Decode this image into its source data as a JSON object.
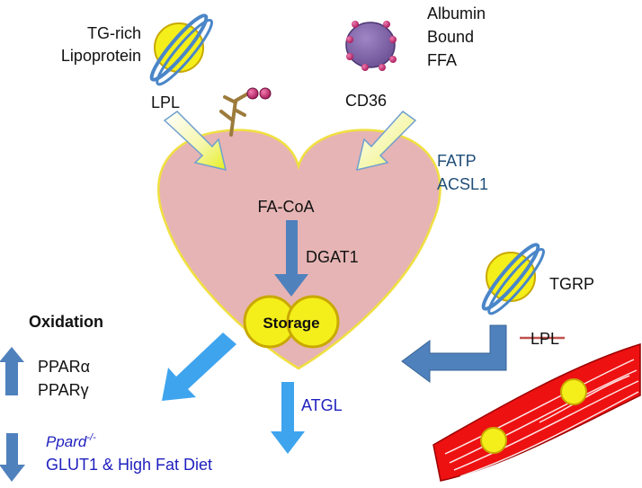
{
  "labels": {
    "tg_rich": "TG-rich",
    "lipoprotein": "Lipoprotein",
    "albumin": "Albumin",
    "bound": "Bound",
    "ffa": "FFA",
    "lpl": "LPL",
    "cd36": "CD36",
    "fatp": "FATP",
    "acsl1": "ACSL1",
    "fa_coa": "FA-CoA",
    "dgat1": "DGAT1",
    "storage": "Storage",
    "tgrp": "TGRP",
    "lpl_crossed": "LPL",
    "oxidation": "Oxidation",
    "ppara": "PPARα",
    "pparg": "PPARγ",
    "atgl": "ATGL",
    "ppard": "Ppard",
    "ppard_sup": "-/-",
    "glut1": "GLUT1 & High Fat Diet"
  },
  "colors": {
    "heart_fill": "#e6b4b4",
    "heart_stroke": "#f0e040",
    "lipid_yellow": "#f4ef1a",
    "lipo_ring_blue": "#4a86c8",
    "albumin_purple": "#8064a2",
    "albumin_dot": "#cc3d7a",
    "arrow_blue": "#4f81bd",
    "arrow_light_blue": "#3fa4ee",
    "accent_text_blue": "#1f4e79",
    "dark_blue_text": "#1f1fbf",
    "muscle_red": "#ee1111",
    "lpl_strike": "#c0504d"
  }
}
